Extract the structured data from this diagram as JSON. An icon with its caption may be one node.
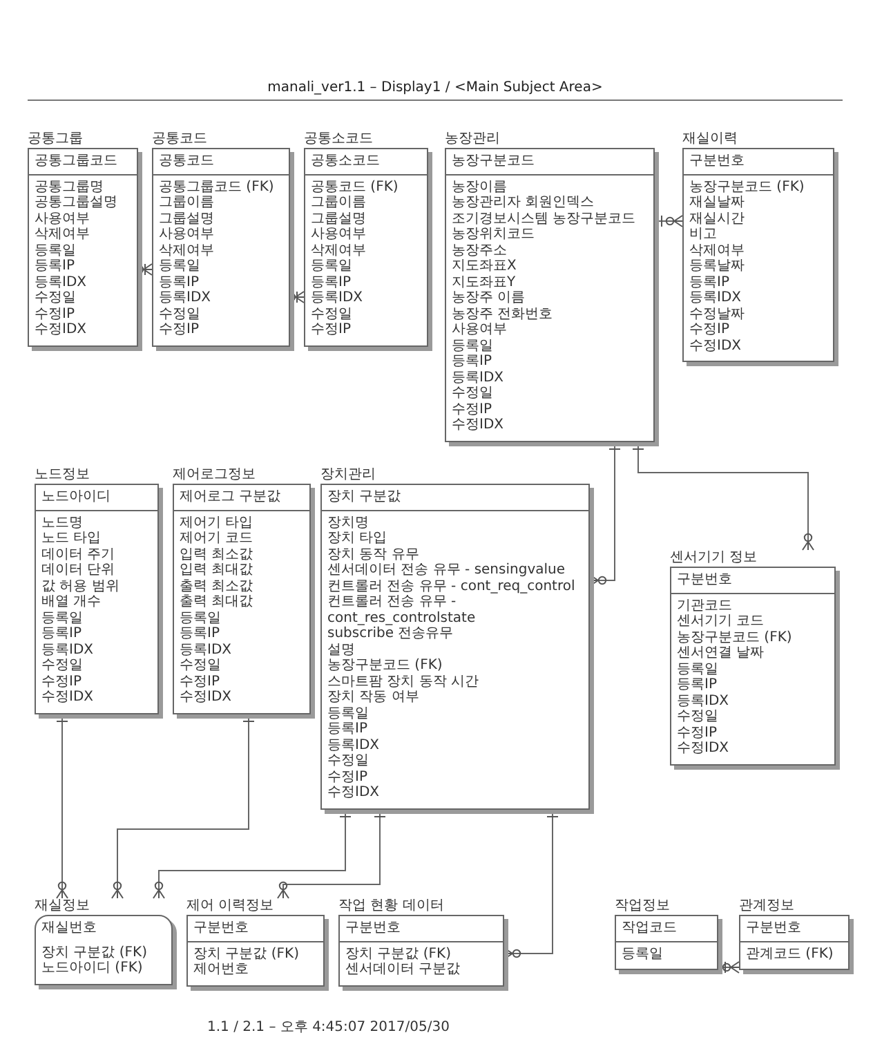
{
  "diagram": {
    "title": "manali_ver1.1 – Display1 / <Main Subject Area>",
    "nodes": [
      {
        "text": [
          "공통그룹",
          "공통그룹코드",
          "공통그룹명",
          "공통그룹설명",
          "사용여부",
          "삭제여부",
          "등록일",
          "등록IP",
          "등록IDX",
          "수정일",
          "수정IP",
          "수정IDX"
        ]
      },
      {
        "text": [
          "공통코드",
          "공통코드",
          "공통그룹코드 (FK)",
          "그룹이름",
          "그룹설명",
          "사용여부",
          "삭제여부",
          "등록일",
          "등록IP",
          "등록IDX",
          "수정일",
          "수정IP"
        ]
      },
      {
        "text": [
          "공통소코드",
          "공통소코드",
          "공통코드 (FK)",
          "그룹이름",
          "그룹설명",
          "사용여부",
          "삭제여부",
          "등록일",
          "등록IP",
          "등록IDX",
          "수정일",
          "수정IP"
        ]
      },
      {
        "text": [
          "농장관리",
          "농장구분코드",
          "농장이름",
          "농장관리자 회원인덱스",
          "조기경보시스템 농장구분코드",
          "농장위치코드",
          "농장주소",
          "지도좌표X",
          "지도좌표Y",
          "농장주 이름",
          "농장주 전화번호",
          "사용여부",
          "등록일",
          "등록IP",
          "등록IDX",
          "수정일",
          "수정IP",
          "수정IDX"
        ]
      },
      {
        "text": [
          "재실이력",
          "구분번호",
          "농장구분코드 (FK)",
          "재실날짜",
          "재실시간",
          "비고",
          "삭제여부",
          "등록날짜",
          "등록IP",
          "등록IDX",
          "수정날짜",
          "수정IP",
          "수정IDX"
        ]
      },
      {
        "text": [
          "노드정보",
          "노드아이디",
          "노드명",
          "노드 타입",
          "데이터 주기",
          "데이터 단위",
          "값 허용 범위",
          "배열 개수",
          "등록일",
          "등록IP",
          "등록IDX",
          "수정일",
          "수정IP",
          "수정IDX"
        ]
      },
      {
        "text": [
          "제어로그정보",
          "제어로그 구분값",
          "제어기 타입",
          "제어기 코드",
          "입력 최소값",
          "입력 최대값",
          "출력 최소값",
          "출력 최대값",
          "등록일",
          "등록IP",
          "등록IDX",
          "수정일",
          "수정IP",
          "수정IDX"
        ]
      },
      {
        "text": [
          "장치관리",
          "장치 구분값",
          "장치명",
          "장치 타입",
          "장치 동작 유무",
          "센서데이터 전송 유무 - sensingvalue",
          "컨트롤러 전송 유무 - cont_req_control",
          "컨트롤러 전송 유무 - cont_res_controlstate",
          "subscribe 전송유무",
          "설명",
          "농장구분코드 (FK)",
          "스마트팜 장치 동작 시간",
          "장치 작동 여부",
          "등록일",
          "등록IP",
          "등록IDX",
          "수정일",
          "수정IP",
          "수정IDX"
        ]
      },
      {
        "text": [
          "센서기기 정보",
          "구분번호",
          "기관코드",
          "센서기기 코드",
          "농장구분코드 (FK)",
          "센서연결 날짜",
          "등록일",
          "등록IP",
          "등록IDX",
          "수정일",
          "수정IP",
          "수정IDX"
        ]
      },
      {
        "text": [
          "재실정보",
          "재실번호",
          "장치 구분값 (FK)",
          "노드아이디 (FK)"
        ]
      },
      {
        "text": [
          "제어 이력정보",
          "구분번호",
          "장치 구분값 (FK)",
          "제어번호"
        ]
      },
      {
        "text": [
          "작업 현황 데이터",
          "구분번호",
          "장치 구분값 (FK)",
          "센서데이터 구분값"
        ]
      },
      {
        "text": [
          "작업정보",
          "작업코드",
          "등록일"
        ]
      },
      {
        "text": [
          "관계정보",
          "구분번호",
          "관계코드 (FK)"
        ]
      }
    ],
    "edges": [
      {
        "from": 0,
        "to": 1,
        "arrow": "other"
      },
      {
        "from": 1,
        "to": 2,
        "arrow": "other"
      },
      {
        "from": 3,
        "to": 4,
        "arrow": "other"
      },
      {
        "from": 3,
        "to": 7,
        "arrow": "other"
      },
      {
        "from": 3,
        "to": 8,
        "arrow": "other"
      },
      {
        "from": 5,
        "to": 9,
        "arrow": "other"
      },
      {
        "from": 6,
        "to": 9,
        "arrow": "other"
      },
      {
        "from": 7,
        "to": 9,
        "arrow": "other"
      },
      {
        "from": 7,
        "to": 10,
        "arrow": "other"
      },
      {
        "from": 7,
        "to": 11,
        "arrow": "other"
      },
      {
        "from": 12,
        "to": 13,
        "arrow": "other"
      }
    ],
    "labels": [
      "1.1 / 2.1 – 오후 4:45:07  2017/05/30"
    ]
  }
}
